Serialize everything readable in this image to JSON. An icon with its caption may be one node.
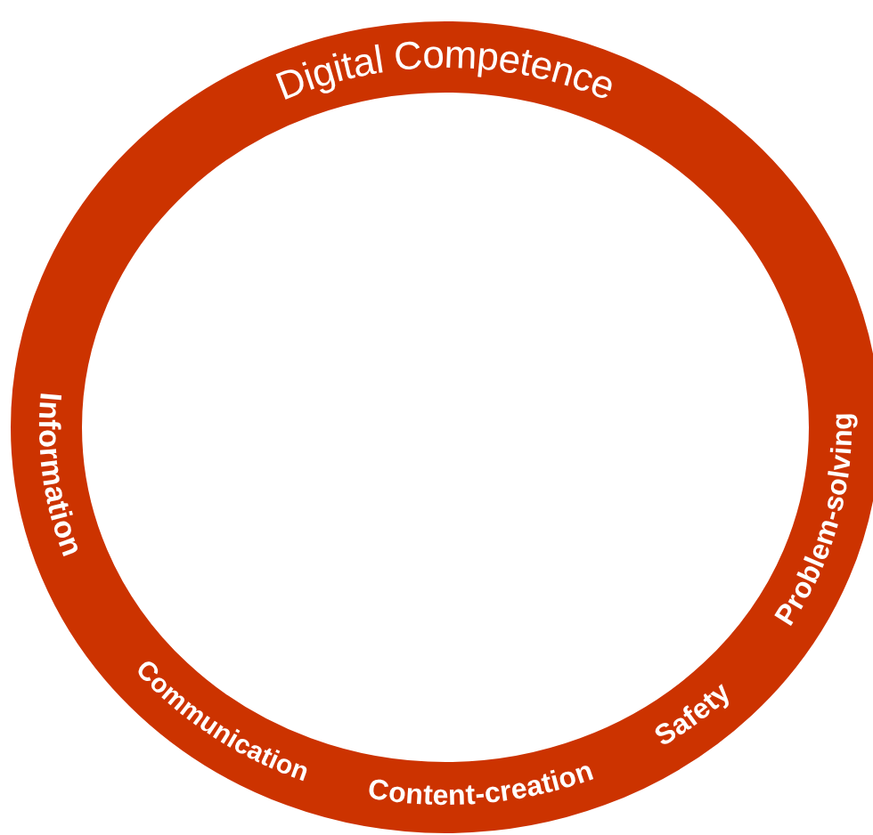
{
  "diagram": {
    "nodes": [
      {
        "text": [
          "Digital Competence",
          "Information",
          "Communication",
          "Content-creation",
          "Safety",
          "Problem-solving"
        ]
      }
    ]
  }
}
